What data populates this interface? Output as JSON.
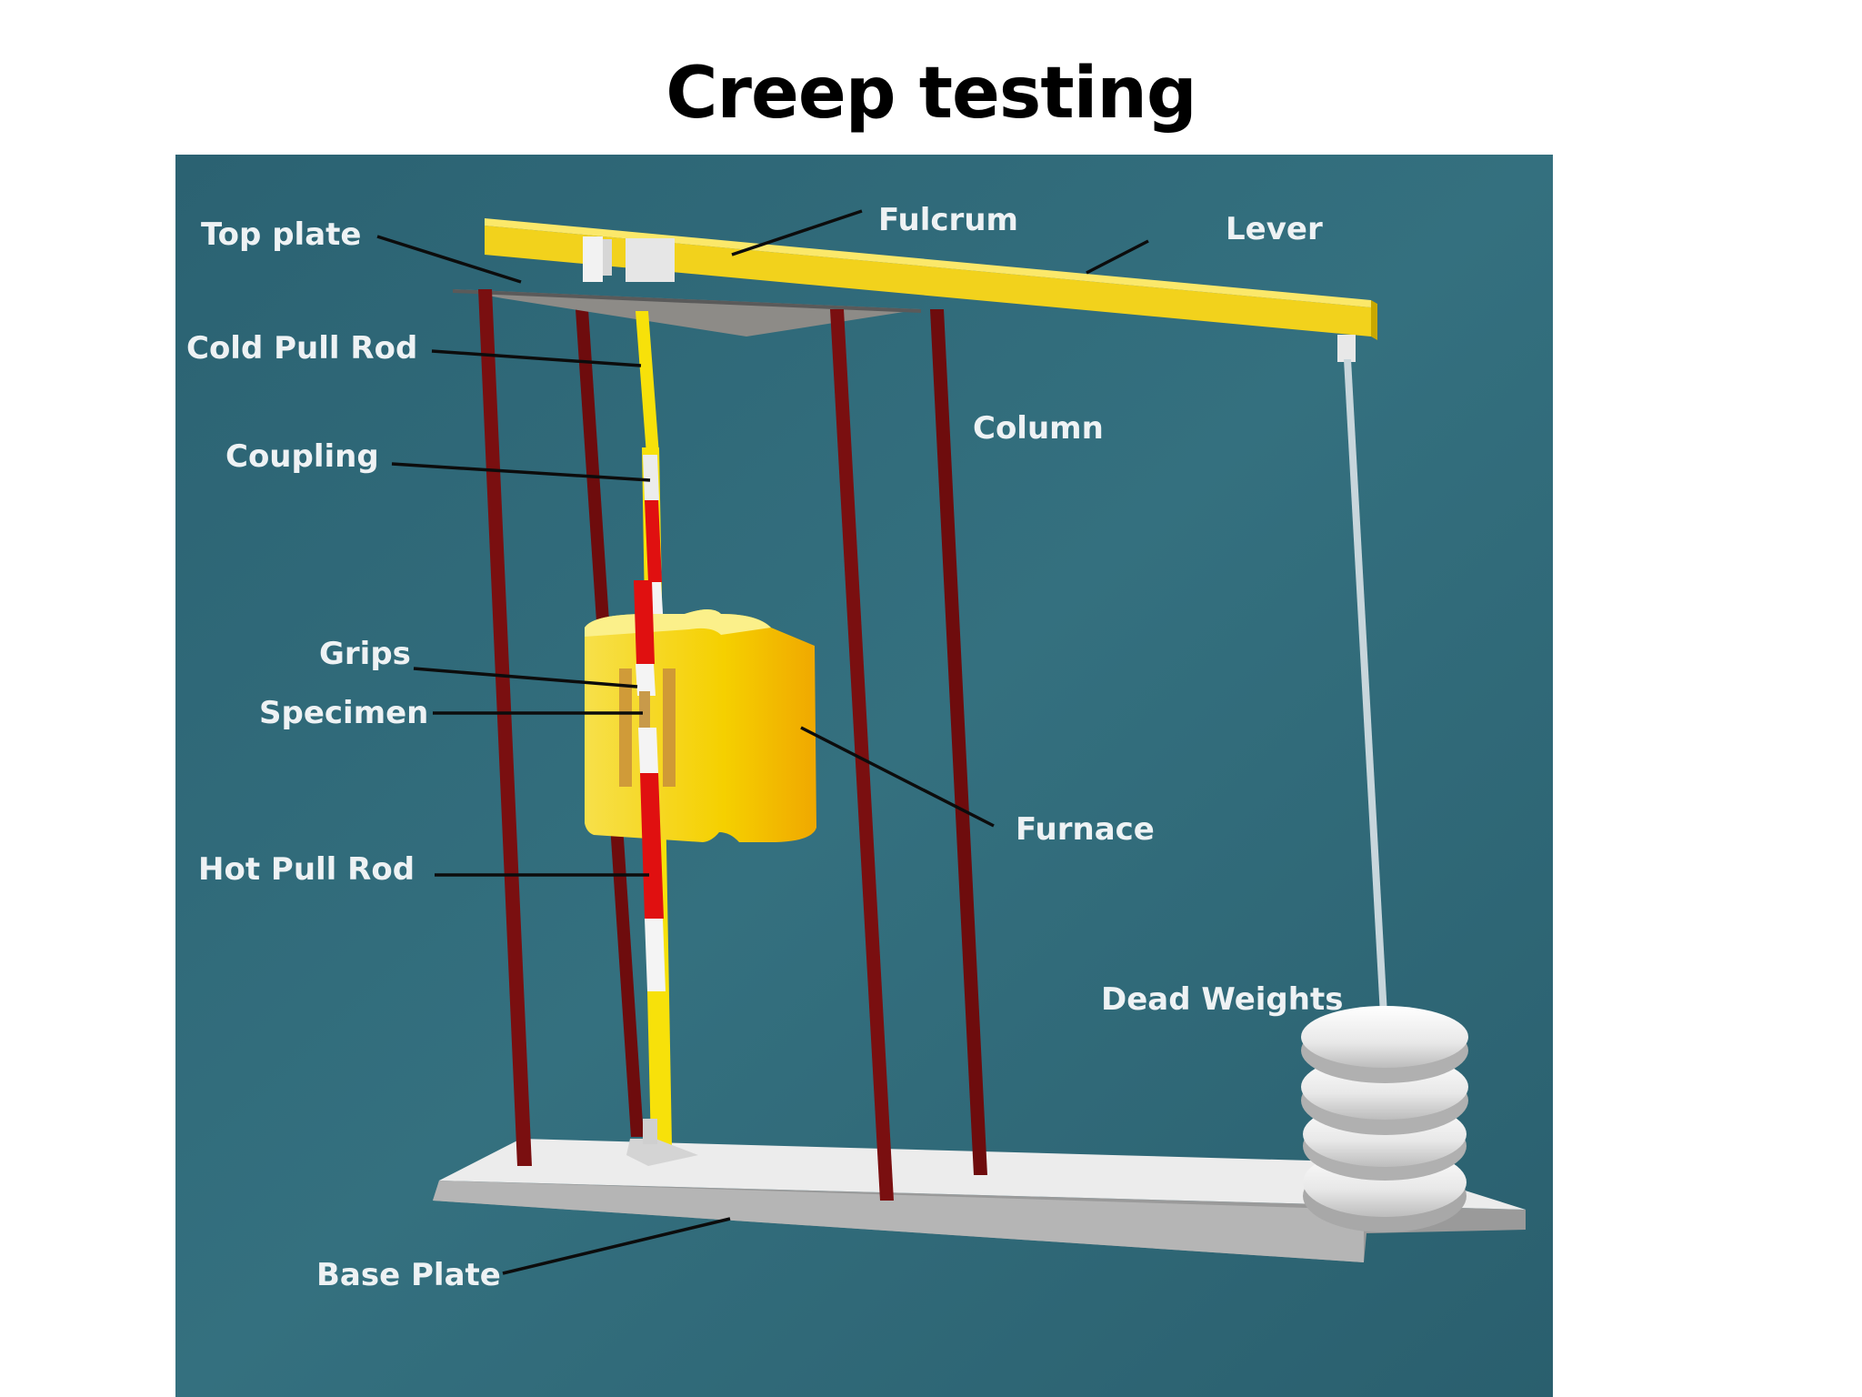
{
  "page": {
    "title": "Creep testing"
  },
  "diagram": {
    "background": "#2f6878",
    "labels": {
      "top_plate": "Top plate",
      "fulcrum": "Fulcrum",
      "lever": "Lever",
      "cold_pull_rod": "Cold Pull Rod",
      "column": "Column",
      "coupling": "Coupling",
      "grips": "Grips",
      "specimen": "Specimen",
      "furnace": "Furnace",
      "hot_pull_rod": "Hot Pull Rod",
      "dead_weights": "Dead Weights",
      "base_plate": "Base Plate"
    },
    "colors": {
      "lever": "#f2d21c",
      "column": "#7a0f10",
      "furnace": "#f5d400",
      "hot_rod": "#e01010",
      "plate": "#e6e6e6"
    }
  }
}
